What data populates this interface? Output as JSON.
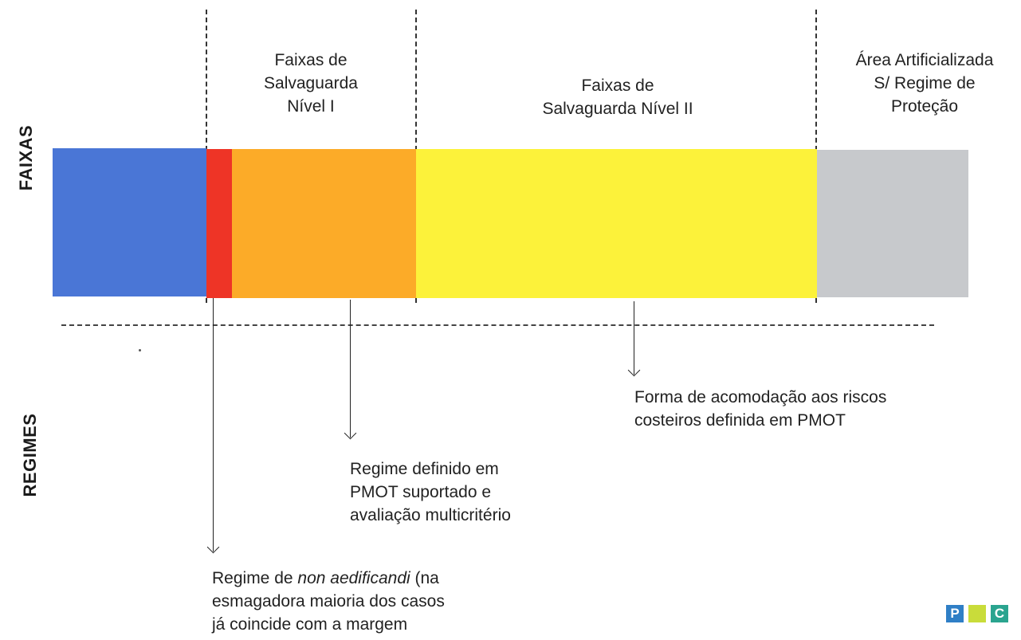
{
  "axis_labels": {
    "faixas": "FAIXAS",
    "regimes": "REGIMES"
  },
  "headings": {
    "nivel1": [
      "Faixas de",
      "Salvaguarda",
      "Nível I"
    ],
    "nivel2": [
      "Faixas de",
      "Salvaguarda Nível II"
    ],
    "artificial": [
      "Área Artificializada",
      "S/ Regime de",
      "Proteção"
    ]
  },
  "band_colors": {
    "water": "#4a76d6",
    "non_aedificandi": "#ee3426",
    "nivel1": "#fcab28",
    "nivel2": "#fcf23a",
    "artificial": "#c7c9cc"
  },
  "regimes": {
    "non_aedificandi": {
      "line1_prefix": "Regime de ",
      "line1_italic": "non aedificandi",
      "line1_suffix": " (na",
      "line2": "esmagadora maioria dos casos",
      "line3": "já coincide com a margem"
    },
    "nivel1": [
      "Regime definido em",
      "PMOT suportado e",
      "avaliação multicritério"
    ],
    "nivel2": [
      "Forma de acomodação aos riscos",
      "costeiros definida em PMOT"
    ]
  },
  "logo": {
    "letters": [
      "P",
      "",
      "C"
    ],
    "colors": [
      "#2f7fc6",
      "#c9dc3a",
      "#2aa48f"
    ]
  }
}
